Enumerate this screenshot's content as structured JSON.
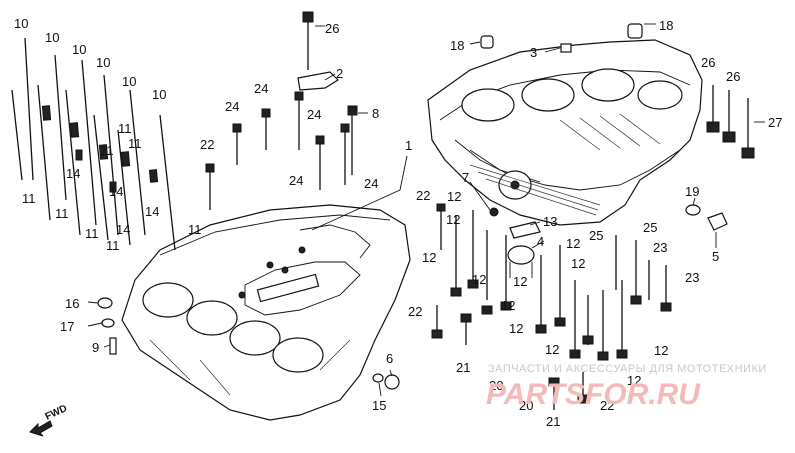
{
  "diagram": {
    "labels": [
      {
        "id": "l1",
        "text": "1"
      },
      {
        "id": "l2",
        "text": "2"
      },
      {
        "id": "l3",
        "text": "3"
      },
      {
        "id": "l4",
        "text": "4"
      },
      {
        "id": "l5",
        "text": "5"
      },
      {
        "id": "l6",
        "text": "6"
      },
      {
        "id": "l7",
        "text": "7"
      },
      {
        "id": "l8",
        "text": "8"
      },
      {
        "id": "l9",
        "text": "9"
      },
      {
        "id": "l10",
        "text": "10"
      },
      {
        "id": "l11",
        "text": "11"
      },
      {
        "id": "l12",
        "text": "12"
      },
      {
        "id": "l13",
        "text": "13"
      },
      {
        "id": "l14",
        "text": "14"
      },
      {
        "id": "l15",
        "text": "15"
      },
      {
        "id": "l16",
        "text": "16"
      },
      {
        "id": "l17",
        "text": "17"
      },
      {
        "id": "l18",
        "text": "18"
      },
      {
        "id": "l19",
        "text": "19"
      },
      {
        "id": "l20",
        "text": "20"
      },
      {
        "id": "l21",
        "text": "21"
      },
      {
        "id": "l22",
        "text": "22"
      },
      {
        "id": "l23",
        "text": "23"
      },
      {
        "id": "l24",
        "text": "24"
      },
      {
        "id": "l25",
        "text": "25"
      },
      {
        "id": "l26",
        "text": "26"
      },
      {
        "id": "l27",
        "text": "27"
      }
    ],
    "fwd": "FWD"
  },
  "watermark": {
    "top_text": "ЗАПЧАСТИ И АКСЕССУАРЫ ДЛЯ МОТОТЕХНИКИ",
    "main_text": "PARTSFOR.RU"
  }
}
